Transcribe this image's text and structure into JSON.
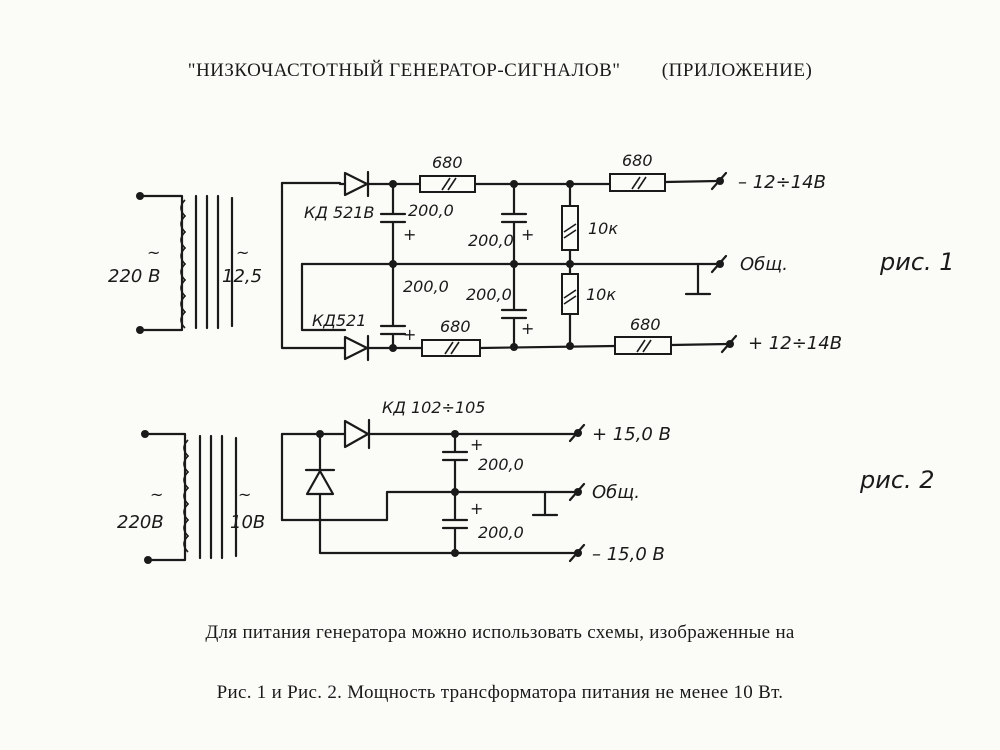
{
  "header": {
    "title": "\"НИЗКОЧАСТОТНЫЙ  ГЕНЕРАТОР-СИГНАЛОВ\"",
    "subtitle": "(ПРИЛОЖЕНИЕ)"
  },
  "fig1": {
    "label": "рис. 1",
    "primary_voltage": "220 В",
    "secondary_voltage": "12,5",
    "diode_top": "КД 521В",
    "diode_bottom": "КД521",
    "resistor_top_1": "680",
    "resistor_top_2": "680",
    "resistor_bottom_1": "680",
    "resistor_bottom_2": "680",
    "resistor_divider_top": "10к",
    "resistor_divider_bottom": "10к",
    "cap_1": "200,0",
    "cap_2": "200,0",
    "cap_3": "200,0",
    "cap_4": "200,0",
    "plus": "+",
    "out_negative": "– 12÷14В",
    "out_common": "Общ.",
    "out_positive": "+ 12÷14В"
  },
  "fig2": {
    "label": "рис. 2",
    "primary_voltage": "220В",
    "secondary_voltage": "10В",
    "diode": "КД 102÷105",
    "cap_top": "200,0",
    "cap_bottom": "200,0",
    "plus": "+",
    "out_positive": "+ 15,0 В",
    "out_common": "Общ.",
    "out_negative": "– 15,0 В"
  },
  "paragraph": {
    "line1": "Для питания генератора можно использовать схемы, изображенные на",
    "line2": "Рис. 1 и Рис. 2.   Мощность трансформатора питания не менее 10 Вт."
  }
}
